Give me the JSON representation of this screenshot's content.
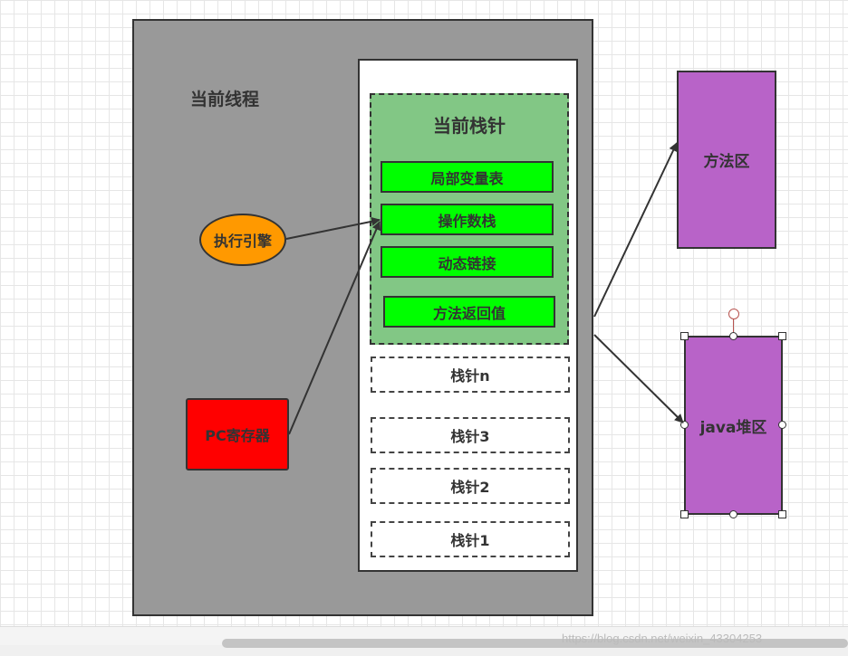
{
  "thread": {
    "label": "当前线程"
  },
  "current_frame": {
    "label": "当前栈针",
    "slots": [
      "局部变量表",
      "操作数栈",
      "动态链接",
      "方法返回值"
    ]
  },
  "frames": [
    "栈针n",
    "栈针3",
    "栈针2",
    "栈针1"
  ],
  "execution_engine": "执行引擎",
  "pc_register": "PC寄存器",
  "method_area": "方法区",
  "heap": "java堆区",
  "watermark": "https://blog.csdn.net/weixin_43304253",
  "colors": {
    "thread_fill": "#999999",
    "current_frame_fill": "#82c785",
    "slot_fill": "#00ff00",
    "engine_fill": "#ff9900",
    "pc_fill": "#ff0000",
    "area_fill": "#b863c8"
  }
}
